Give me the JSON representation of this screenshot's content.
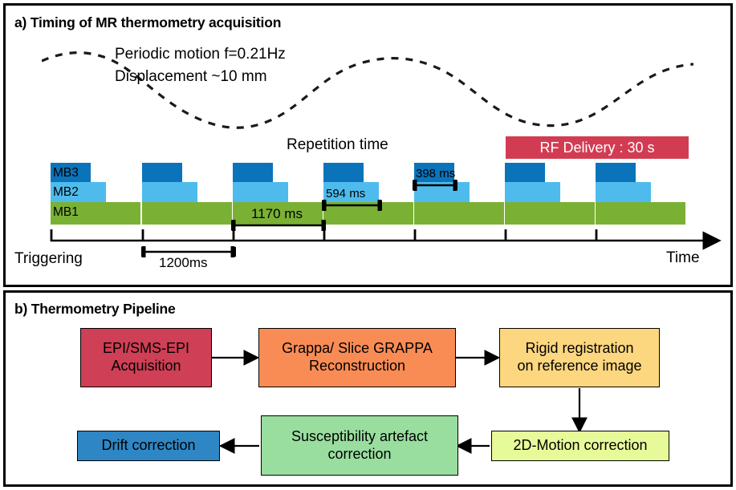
{
  "figure": {
    "panels": [
      {
        "id": "a",
        "title": "a) Timing of MR thermometry acquisition"
      },
      {
        "id": "b",
        "title": "b) Thermometry Pipeline"
      }
    ]
  },
  "timing": {
    "motion_line1": "Periodic motion f=0.21Hz",
    "motion_line2": "Displacement ~10 mm",
    "repetition_label": "Repetition time",
    "rf_banner": "RF Delivery : 30 s",
    "trigger_label": "Triggering",
    "time_axis_label": "Time",
    "band_labels": [
      "MB3",
      "MB2",
      "MB1"
    ],
    "durations": [
      {
        "name": "trigger-interval",
        "value": "1200ms"
      },
      {
        "name": "mb1-duration",
        "value": "1170 ms"
      },
      {
        "name": "mb2-duration",
        "value": "594 ms"
      },
      {
        "name": "mb3-duration",
        "value": "398 ms"
      }
    ],
    "colors": {
      "mb1": "#7ab134",
      "mb2": "#4fbbed",
      "mb3": "#0b73ba",
      "rf_banner": "#d23c52"
    },
    "wave": {
      "frequency_hz": 0.21,
      "displacement_mm": 10,
      "style": "dashed"
    }
  },
  "pipeline": {
    "steps": [
      {
        "id": "acquisition",
        "label": "EPI/SMS-EPI\nAcquisition",
        "color": "#cf3f55"
      },
      {
        "id": "reconstruction",
        "label": "Grappa/ Slice GRAPPA\nReconstruction",
        "color": "#f98c55"
      },
      {
        "id": "registration",
        "label": "Rigid registration\non reference image",
        "color": "#fcd77f"
      },
      {
        "id": "motion",
        "label": "2D-Motion correction",
        "color": "#e7fa9a"
      },
      {
        "id": "susceptibility",
        "label": "Susceptibility artefact\ncorrection",
        "color": "#99de9f"
      },
      {
        "id": "drift",
        "label": "Drift correction",
        "color": "#2f86c5"
      }
    ]
  }
}
